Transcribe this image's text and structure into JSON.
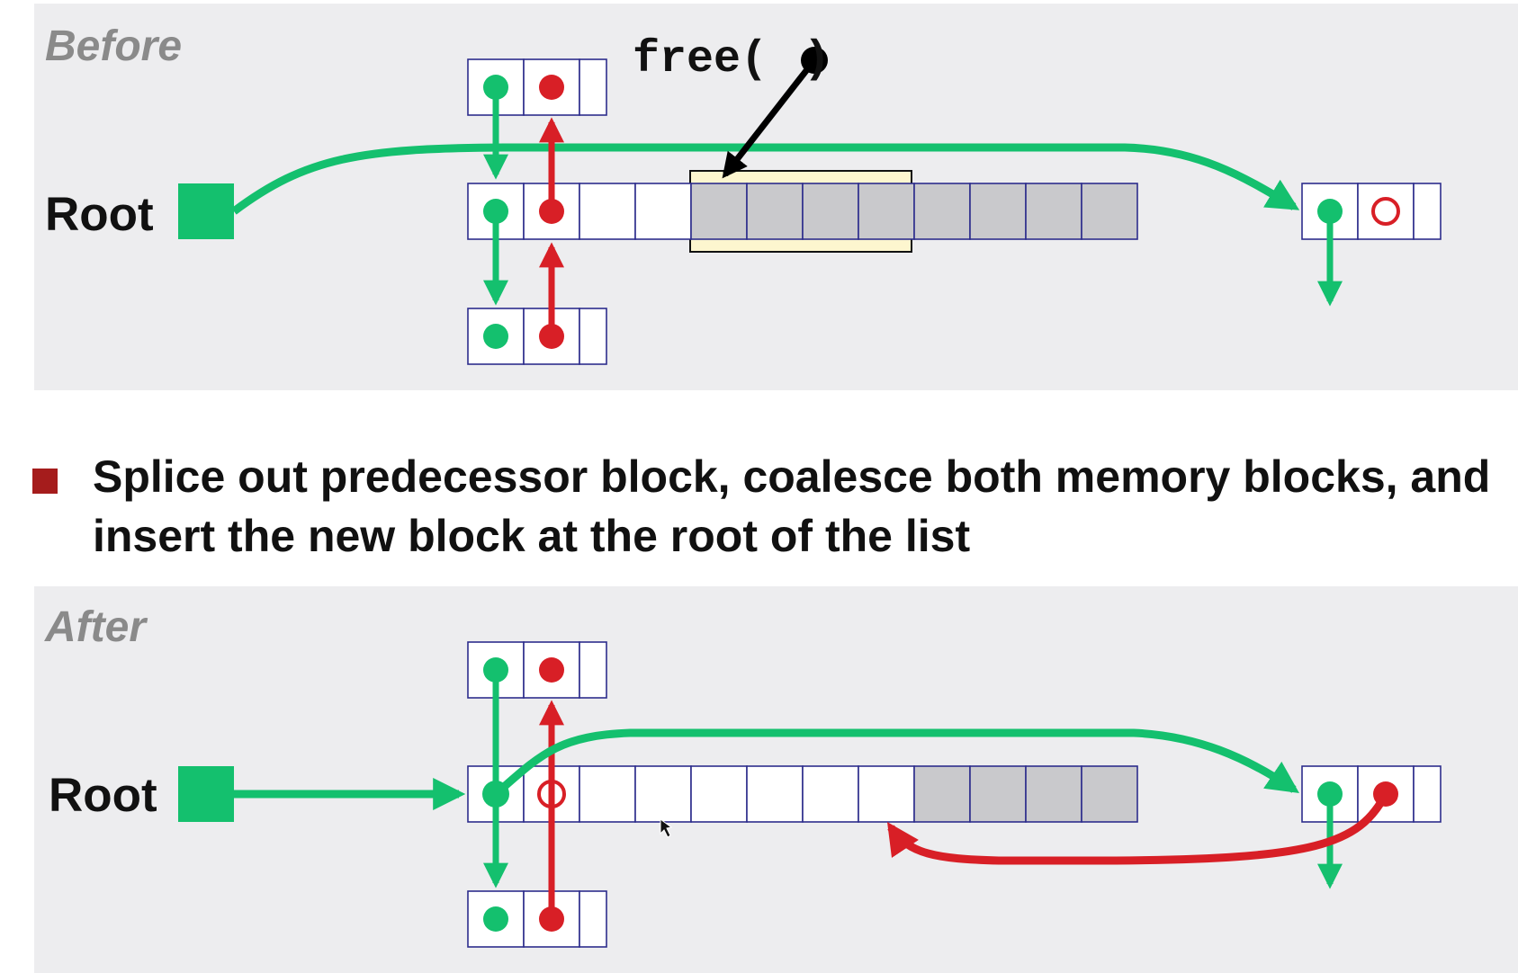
{
  "before": {
    "title": "Before",
    "root_label": "Root",
    "free_call": "free(",
    "free_call_close": ")"
  },
  "bullet_text": "Splice out predecessor block, coalesce both memory blocks, and insert the new block at the root of the list",
  "after": {
    "title": "After",
    "root_label": "Root"
  },
  "colors": {
    "next_pointer": "#14c06e",
    "prev_pointer": "#d81f26",
    "free_pointer": "#000000",
    "allocated_block": "#c9c9cc",
    "free_block": "#ffffff",
    "freed_block_highlight": "#fdf6cf",
    "cell_border": "#2d2d8c",
    "panel_background": "#ededef",
    "bullet": "#a51c1c"
  }
}
